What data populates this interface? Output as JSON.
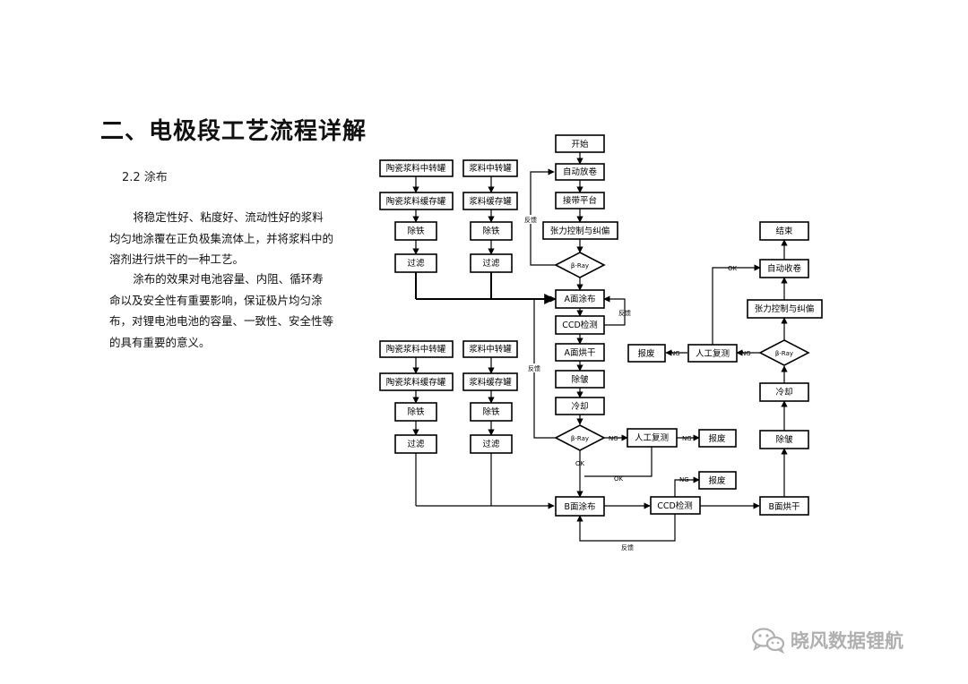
{
  "page": {
    "title": "二、电极段工艺流程详解",
    "subtitle": "2.2 涂布",
    "paragraph1": "将稳定性好、粘度好、流动性好的浆料均匀地涂覆在正负极集流体上，并将浆料中的溶剂进行烘干的一种工艺。",
    "paragraph2": "涂布的效果对电池容量、内阻、循环寿命以及安全性有重要影响，保证极片均匀涂布，对锂电池电池的容量、一致性、安全性等的具有重要的意义。"
  },
  "flow": {
    "start": "开始",
    "auto_unwind": "自动放卷",
    "splice_platform": "接带平台",
    "tension_control": "张力控制与纠偏",
    "beta_ray": "β-Ray",
    "a_coating": "A面涂布",
    "ccd_check": "CCD检测",
    "a_drying": "A面烘干",
    "wrinkle_removal": "除皱",
    "cooling": "冷却",
    "manual_recheck": "人工复测",
    "scrap": "报废",
    "b_coating": "B面涂布",
    "b_drying": "B面烘干",
    "auto_rewind": "自动收卷",
    "end": "结束",
    "ceramic_transfer_tank": "陶瓷浆料中转罐",
    "ceramic_buffer_tank": "陶瓷浆料缓存罐",
    "slurry_transfer_tank": "浆料中转罐",
    "slurry_buffer_tank": "浆料缓存罐",
    "iron_removal": "除铁",
    "filtering": "过滤",
    "feedback": "反馈",
    "ng": "NG",
    "ok": "OK"
  },
  "watermark": {
    "text": "晓风数据锂航",
    "icon": "wechat-icon"
  }
}
